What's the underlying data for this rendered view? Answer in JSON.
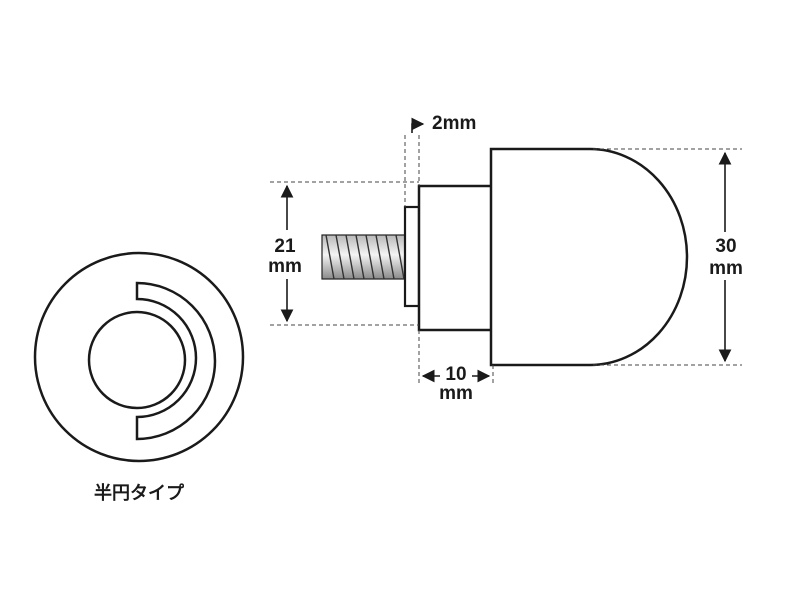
{
  "figure": {
    "front_view": {
      "caption": "半円タイプ"
    },
    "side_view": {
      "dimensions": {
        "washer_thickness": "2mm",
        "thread_diameter_value": "21",
        "thread_diameter_unit": "mm",
        "body_diameter_value": "30",
        "body_diameter_unit": "mm",
        "neck_length_value": "10",
        "neck_length_unit": "mm"
      }
    }
  }
}
